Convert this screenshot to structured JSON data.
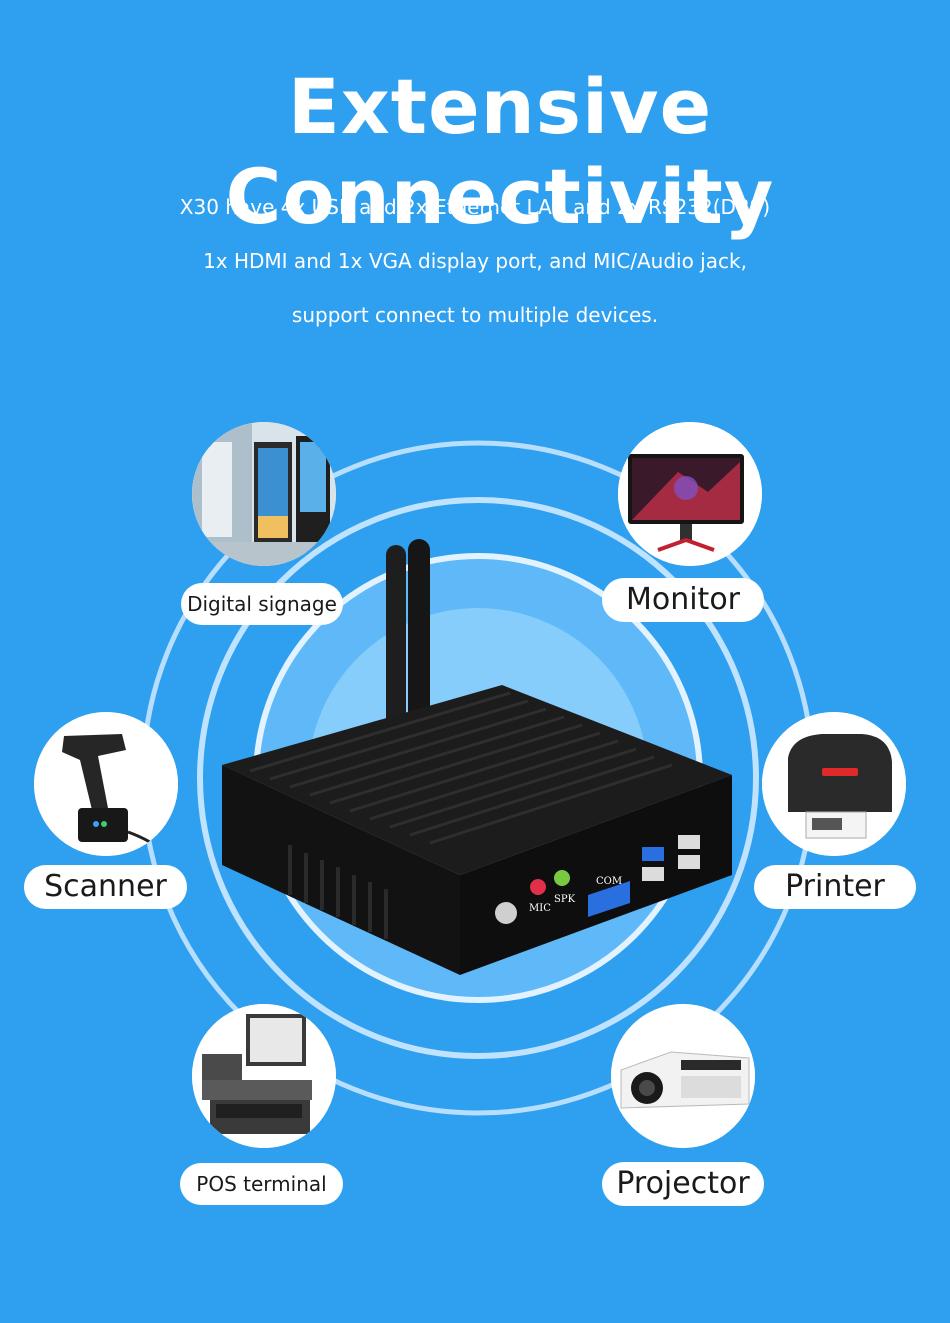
{
  "headline": "Extensive Connectivity",
  "description": [
    "X30 have 4x USB and 2x Ethernet LAN and 2x RS232(DB9)",
    "1x HDMI and 1x VGA display port, and MIC/Audio jack,",
    "support connect to multiple devices."
  ],
  "devices": [
    {
      "id": "digital-signage",
      "label": "Digital signage",
      "icon": "digital-signage-icon"
    },
    {
      "id": "monitor",
      "label": "Monitor",
      "icon": "monitor-icon"
    },
    {
      "id": "scanner",
      "label": "Scanner",
      "icon": "barcode-scanner-icon"
    },
    {
      "id": "printer",
      "label": "Printer",
      "icon": "label-printer-icon"
    },
    {
      "id": "pos-terminal",
      "label": "POS terminal",
      "icon": "pos-terminal-icon"
    },
    {
      "id": "projector",
      "label": "Projector",
      "icon": "projector-icon"
    }
  ],
  "product": {
    "port_labels": {
      "mic": "MIC",
      "spk": "SPK",
      "com": "COM"
    }
  },
  "colors": {
    "background": "#2fa0f0",
    "ring": "#bfe4ff",
    "center_glow": "#7cc8fb",
    "device_body": "#1a1a1a",
    "mic_port": "#e0304a",
    "spk_port": "#7ac943",
    "usb_port": "#2a6fe0"
  }
}
